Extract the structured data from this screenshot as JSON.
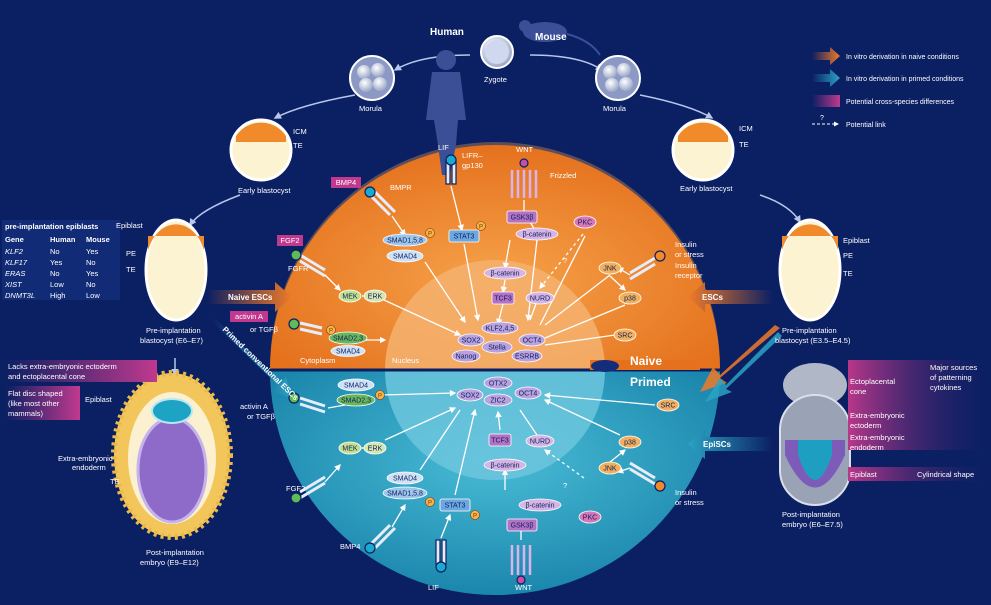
{
  "species": {
    "human": "Human",
    "mouse": "Mouse"
  },
  "stages": {
    "zygote": "Zygote",
    "morula_h": "Morula",
    "morula_m": "Morula",
    "early_blast_h": "Early blastocyst",
    "early_blast_m": "Early blastocyst",
    "icm_h": "ICM",
    "te_h": "TE",
    "icm_m": "ICM",
    "te_m": "TE",
    "preimp_h": [
      "Pre-implantation",
      "blastocyst (E6–E7)"
    ],
    "preimp_m": [
      "Pre-implantation",
      "blastocyst (E3.5–E4.5)"
    ],
    "postimp_h": [
      "Post-implantation",
      "embryo (E9–E12)"
    ],
    "postimp_m": [
      "Post-implantation",
      "embryo (E6–E7.5)"
    ],
    "epiblast_h": "Epiblast",
    "pe_h": "PE",
    "te_h2": "TE",
    "epiblast_m": "Epiblast",
    "pe_m": "PE",
    "te_m2": "TE",
    "epiblast_post_h": "Epiblast",
    "extra_endo_h": [
      "Extra-embryonic",
      "endoderm"
    ],
    "te_post_h": "TE",
    "ectoplacental": [
      "Ectoplacental",
      "cone"
    ],
    "extra_ecto_m": [
      "Extra-embryonic",
      "ectoderm"
    ],
    "extra_endo_m": [
      "Extra-embryonic",
      "endoderm"
    ],
    "epiblast_post_m": "Epiblast"
  },
  "legend": {
    "naive": "In vitro derivation in naive conditions",
    "primed": "In vitro derivation in primed conditions",
    "diff": "Potential cross-species differences",
    "link": "Potential link",
    "q": "?"
  },
  "table": {
    "title": "pre-implantation epiblasts",
    "headers": [
      "Gene",
      "Human",
      "Mouse"
    ],
    "rows": [
      [
        "KLF2",
        "No",
        "Yes"
      ],
      [
        "KLF17",
        "Yes",
        "No"
      ],
      [
        "ERAS",
        "No",
        "Yes"
      ],
      [
        "XIST",
        "Low",
        "No"
      ],
      [
        "DNMT3L",
        "High",
        "Low"
      ]
    ]
  },
  "callouts": {
    "lacks": [
      "Lacks extra-embryonic ectoderm",
      "and ectoplacental cone"
    ],
    "flat": [
      "Flat disc shaped",
      "(like most other",
      "mammals)"
    ],
    "major": [
      "Major sources",
      "of patterning",
      "cytokines"
    ],
    "cyl": "Cylindrical shape"
  },
  "arrows": {
    "naive_escs": "Naive ESCs",
    "escs": "ESCs",
    "primed_conv": "Primed conventional ESCs",
    "episcs": "EpiSCs"
  },
  "cell": {
    "naive": "Naive",
    "primed": "Primed",
    "cytoplasm": "Cytoplasm",
    "nucleus": "Nucleus"
  },
  "naive_nodes": {
    "lif": "LIF",
    "lifr": [
      "LIFR–",
      "gp130"
    ],
    "wnt": "WNT",
    "frizzled": "Frizzled",
    "bmp4": "BMP4",
    "bmpr": "BMPR",
    "smad158": "SMAD1,5,8",
    "smad4": "SMAD4",
    "stat3": "STAT3",
    "p": "P",
    "gsk3b": "GSK3β",
    "bcat1": "β-catenin",
    "bcat2": "β-catenin",
    "tcf3": "TCF3",
    "pkc": "PKC",
    "nurd": "NURD",
    "fgf2": "FGF2",
    "fgfr": "FGFR",
    "mek": "MEK",
    "erk": "ERK",
    "insulin": [
      "Insulin",
      "or stress"
    ],
    "ins_rec": [
      "Insulin",
      "receptor"
    ],
    "jnk": "JNK",
    "p38": "p38",
    "src": "SRC",
    "activin": "activin A",
    "or_tgfb": "or TGFβ",
    "smad23": "SMAD2,3",
    "smad4b": "SMAD4",
    "sox2": "SOX2",
    "klf": "KLF2,4,5",
    "oct4": "OCT4",
    "stella": "Stella",
    "nanog": "Nanog",
    "esrrb": "ESRRB",
    "qmark": "?"
  },
  "primed_nodes": {
    "smad4": "SMAD4",
    "smad23": "SMAD2,3",
    "activin": [
      "activin A",
      "or TGFβ"
    ],
    "sox2": "SOX2",
    "otx2": "OTX2",
    "zic2": "ZIC2",
    "oct4": "OCT4",
    "src": "SRC",
    "mek": "MEK",
    "erk": "ERK",
    "tcf3": "TCF3",
    "nurd": "NURD",
    "bcat1": "β-catenin",
    "bcat2": "β-catenin",
    "p38": "p38",
    "jnk": "JNK",
    "fgf2": "FGF2",
    "smad4b": "SMAD4",
    "smad158": "SMAD1,5,8",
    "stat3": "STAT3",
    "pkc": "PKC",
    "gsk3b": "GSK3β",
    "insulin": [
      "Insulin",
      "or stress"
    ],
    "bmp4": "BMP4",
    "lif": "LIF",
    "wnt": "WNT",
    "p": "P",
    "qmark": "?"
  },
  "colors": {
    "bg": "#0b1f63",
    "naive": "#ef8a2c",
    "primed": "#2aa3c4",
    "naive_arrow": "#f0782a",
    "primed_arrow": "#2aa3c4",
    "diff": "#b8378a"
  }
}
